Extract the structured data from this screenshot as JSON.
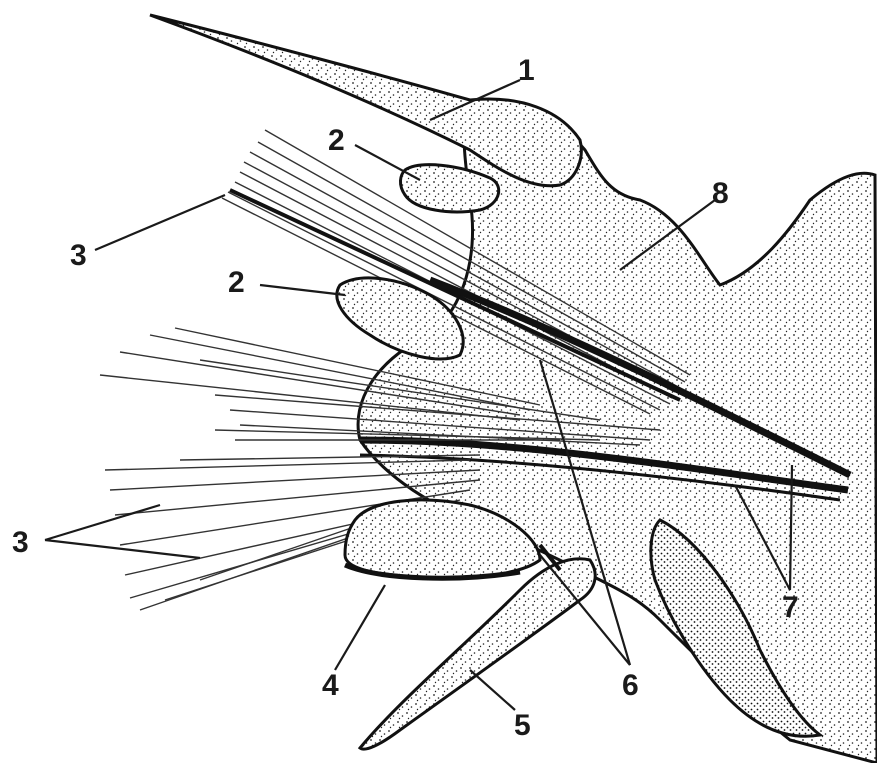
{
  "labels": {
    "l1": "1",
    "l2a": "2",
    "l2b": "2",
    "l3a": "3",
    "l3b": "3",
    "l4": "4",
    "l5": "5",
    "l6": "6",
    "l7": "7",
    "l8": "8"
  },
  "colors": {
    "ink": "#111111",
    "paper": "#ffffff"
  }
}
